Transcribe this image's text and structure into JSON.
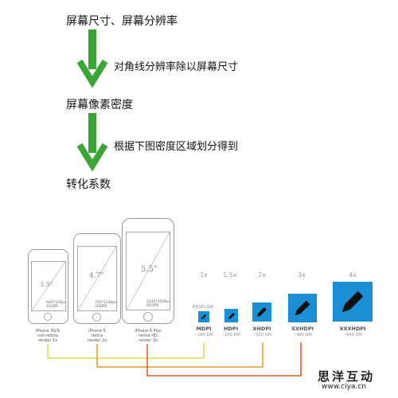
{
  "steps": {
    "s1": "屏幕尺寸、屏幕分辨率",
    "a1": "对角线分辨率除以屏幕尺寸",
    "s2": "屏幕像素密度",
    "a2": "根据下图密度区域划分得到",
    "s3": "转化系数"
  },
  "phones": [
    {
      "size": "3.5\"",
      "res": "640*320px\n163PPI",
      "caption": "iPhone 3G/S\nnon-retina\nrender 1x"
    },
    {
      "size": "4.7\"",
      "res": "750*1334px\n326PPI",
      "caption": "iPhone 6\nretina\nrender 2x"
    },
    {
      "size": "5.5\"",
      "res": "1242*2208px\n401PPI",
      "caption": "iPhone 6 Plus\nretina HD\nrender 3x"
    }
  ],
  "baseline_label": "BASELINE",
  "densities": [
    {
      "mult": "1x",
      "name": "MDPI",
      "dpi": "~160 DPI"
    },
    {
      "mult": "1.5x",
      "name": "HDPI",
      "dpi": "~240 DPI"
    },
    {
      "mult": "2x",
      "name": "XHDPI",
      "dpi": "~320 DPI"
    },
    {
      "mult": "3x",
      "name": "XXHDPI",
      "dpi": "~480 DPI"
    },
    {
      "mult": "4x",
      "name": "XXXHDPI",
      "dpi": "~640 DPI"
    }
  ],
  "watermark": {
    "brand": "思洋互动",
    "site": "www.ciya.cn"
  },
  "colors": {
    "arrow": "#3aa635",
    "icon": "#1a8fd6",
    "line1": "#d8e04a",
    "line2": "#e8962a",
    "line3": "#e05a1e"
  }
}
